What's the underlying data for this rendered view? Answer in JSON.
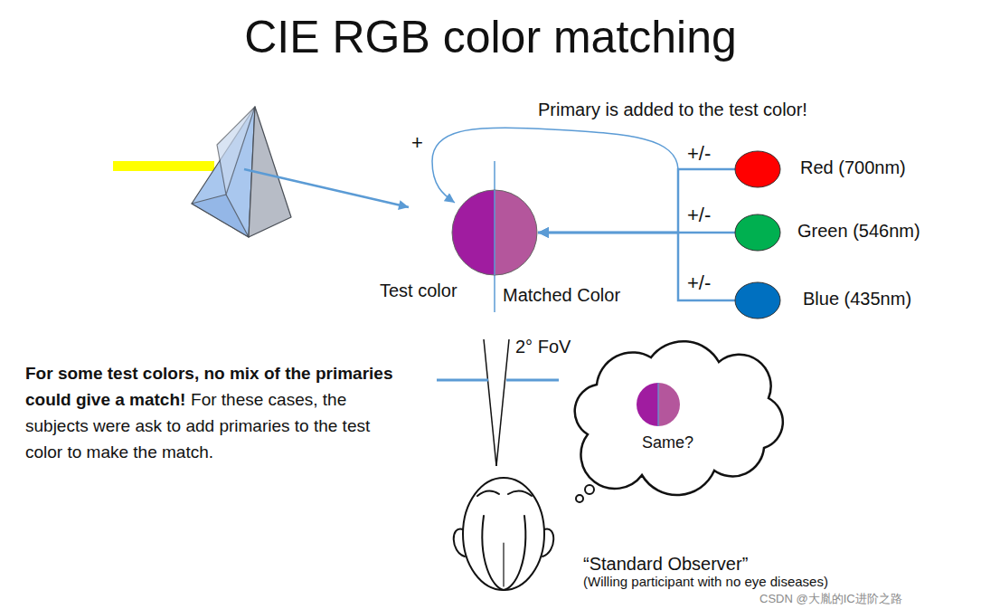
{
  "diagram": {
    "title": "CIE RGB color matching",
    "nodes": [
      {
        "text": [
          "Test color",
          "Matched Color"
        ]
      },
      {
        "text": [
          "Red (700nm)"
        ]
      },
      {
        "text": [
          "Green (546nm)"
        ]
      },
      {
        "text": [
          "Blue (435nm)"
        ]
      },
      {
        "text": [
          "Same?"
        ]
      }
    ],
    "edges": [
      {
        "from": 1,
        "to": 0,
        "arrow": "to"
      },
      {
        "from": 2,
        "to": 0,
        "arrow": "to"
      },
      {
        "from": 3,
        "to": 0,
        "arrow": "to"
      }
    ],
    "labels": [
      "Primary is added to the test color!",
      "+",
      "+/-",
      "+/-",
      "+/-",
      "2° FoV",
      "For some test colors, no mix of the primaries could give a match!",
      "For these cases, the subjects were ask to add primaries to the test color to make the match.",
      "“Standard Observer”",
      "(Willing participant with no eye diseases)",
      "CSDN @大胤的IC进阶之路"
    ]
  }
}
